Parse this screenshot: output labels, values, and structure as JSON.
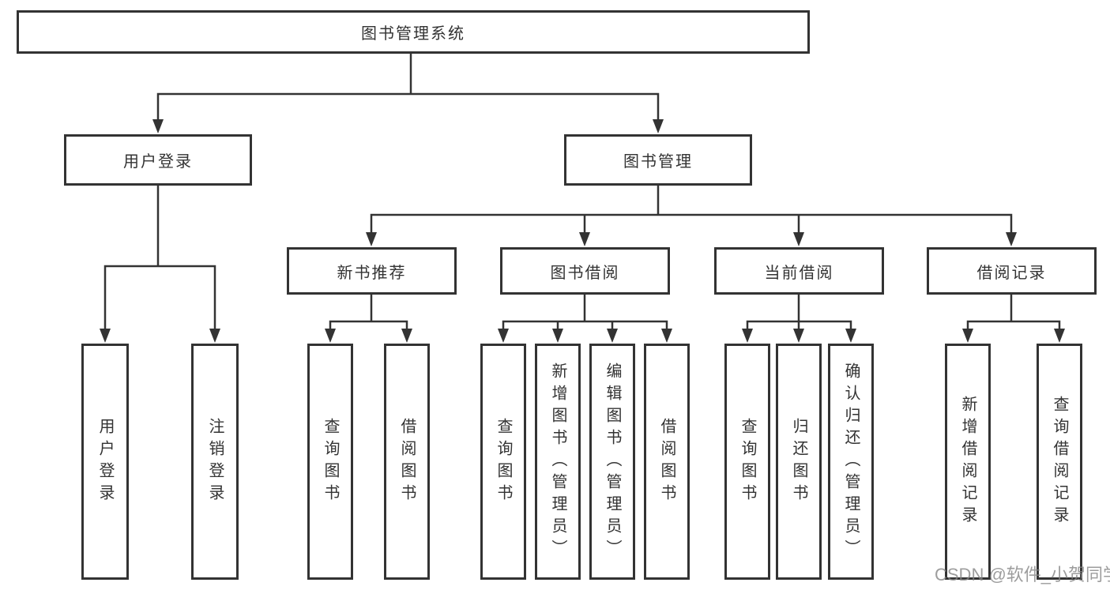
{
  "diagram": {
    "type": "hierarchy-tree",
    "orientation": "top-down"
  },
  "tree": {
    "label": "图书管理系统",
    "children": [
      {
        "label": "用户登录",
        "children": [
          {
            "label": "用户登录"
          },
          {
            "label": "注销登录"
          }
        ]
      },
      {
        "label": "图书管理",
        "children": [
          {
            "label": "新书推荐",
            "children": [
              {
                "label": "查询图书"
              },
              {
                "label": "借阅图书"
              }
            ]
          },
          {
            "label": "图书借阅",
            "children": [
              {
                "label": "查询图书"
              },
              {
                "label": "新增图书（管理员）"
              },
              {
                "label": "编辑图书（管理员）"
              },
              {
                "label": "借阅图书"
              }
            ]
          },
          {
            "label": "当前借阅",
            "children": [
              {
                "label": "查询图书"
              },
              {
                "label": "归还图书"
              },
              {
                "label": "确认归还（管理员）"
              }
            ]
          },
          {
            "label": "借阅记录",
            "children": [
              {
                "label": "新增借阅记录"
              },
              {
                "label": "查询借阅记录"
              }
            ]
          }
        ]
      }
    ]
  },
  "watermark": {
    "text": "CSDN @软件_小贺同学"
  },
  "colors": {
    "line": "#333333",
    "box_border": "#333333",
    "text": "#333333",
    "background": "#ffffff",
    "watermark": "#848484"
  }
}
